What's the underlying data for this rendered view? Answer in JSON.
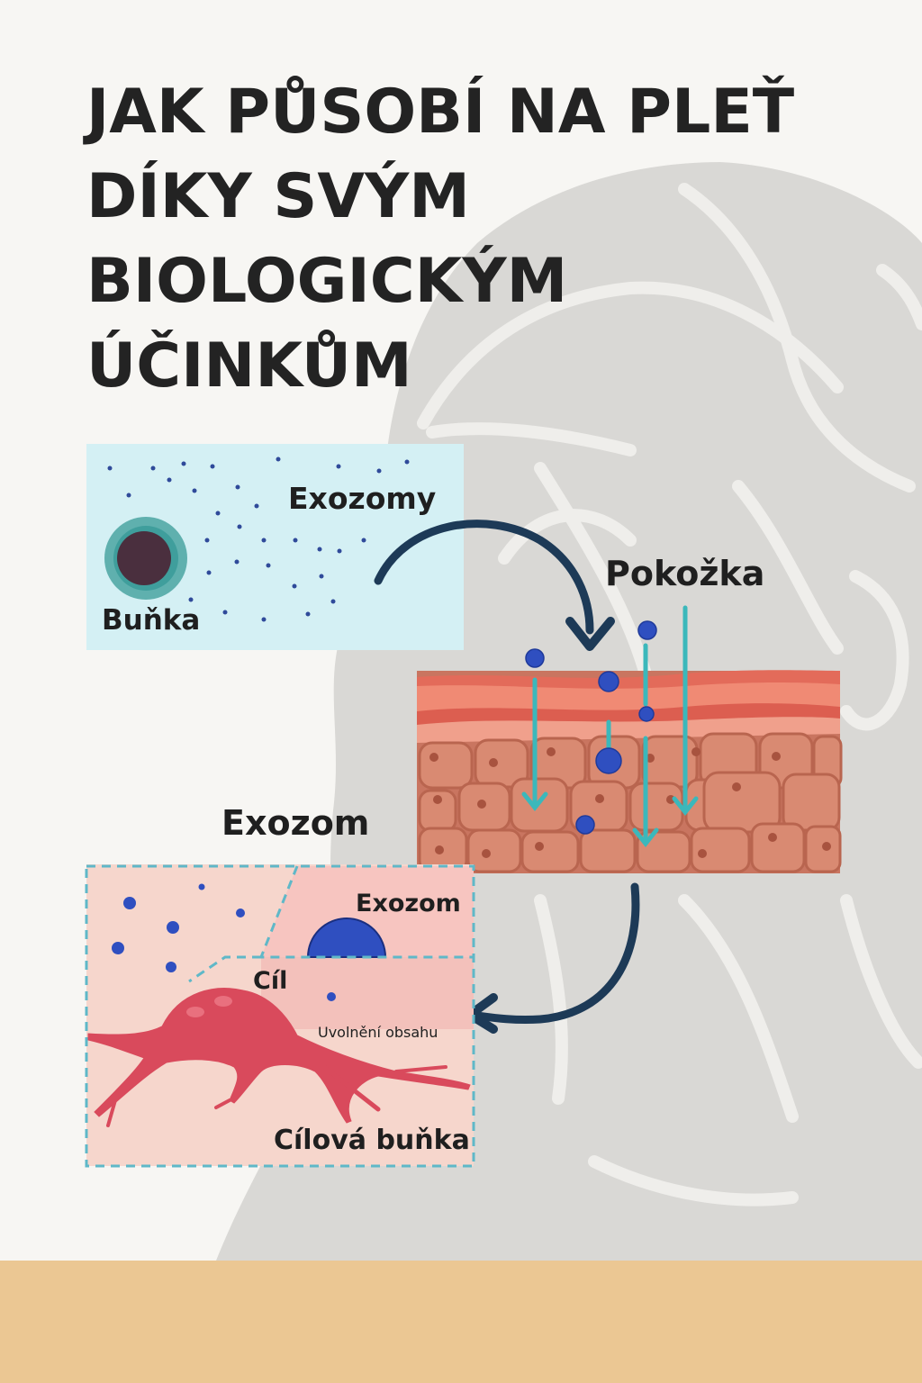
{
  "title": {
    "lines": [
      "JAK PŮSOBÍ NA PLEŤ",
      "DÍKY SVÝM",
      "BIOLOGICKÝM",
      "ÚČINKŮM"
    ]
  },
  "labels": {
    "exosomes": "Exozomy",
    "cell": "Buňka",
    "skin": "Pokožka",
    "exosome": "Exozom",
    "exosome_inset": "Exozom",
    "target": "Cíl",
    "release": "Uvolnění obsahu",
    "target_cell": "Cílová buňka"
  },
  "colors": {
    "background": "#f7f6f3",
    "silhouette": "#d9d8d5",
    "band": "#ebc793",
    "cyan_panel": "#d4f0f4",
    "arrow": "#1d3a57",
    "exosome": "#2f4fc0",
    "teal_arrow": "#3bb8bb",
    "skin": "#d9806a",
    "target_cell": "#d94a5c"
  }
}
